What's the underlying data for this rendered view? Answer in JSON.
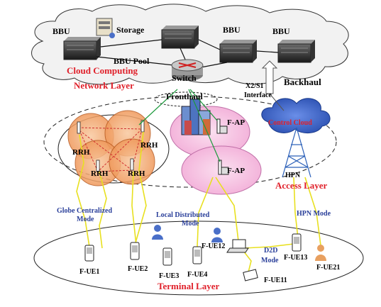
{
  "labels": {
    "bbu_left": "BBU",
    "storage": "Storage",
    "bbu_mid": "BBU",
    "bbu_right": "BBU",
    "bbu_pool": "BBU Pool",
    "cloud_layer_line1": "Cloud Computing",
    "cloud_layer_line2": "Network Layer",
    "switch": "Switch",
    "x2s1_line1": "X2/S1",
    "x2s1_line2": "Interface",
    "backhaul": "Backhaul",
    "fronthaul": "Fronthaul",
    "control_cloud": "Control Cloud",
    "fap_top": "F-AP",
    "fap_bottom": "F-AP",
    "rrh_tl": "RRH",
    "rrh_tr": "RRH",
    "rrh_bl": "RRH",
    "rrh_br": "RRH",
    "hpn": "HPN",
    "access_layer": "Access Layer",
    "globe_line1": "Globe Centralized",
    "globe_line2": "Mode",
    "local_line1": "Local Distributed",
    "local_line2": "Mode",
    "hpn_mode": "HPN Mode",
    "d2d_line1": "D2D",
    "d2d_line2": "Mode",
    "ue1": "F-UE1",
    "ue2": "F-UE2",
    "ue3": "F-UE3",
    "ue4": "F-UE4",
    "ue11": "F-UE11",
    "ue12": "F-UE12",
    "ue13": "F-UE13",
    "ue21": "F-UE21",
    "terminal_layer": "Terminal Layer"
  },
  "colors": {
    "red_label": "#e0202a",
    "blue_label": "#2a3f9a",
    "rrh_fill": "#f2a46a",
    "fap_fill": "#f6c6e3",
    "cloud_fill": "#f2f2f2",
    "control_cloud_fill": "#3a63c8",
    "fronthaul_line": "#1c9a3c",
    "wireless_link": "#e8e020"
  }
}
